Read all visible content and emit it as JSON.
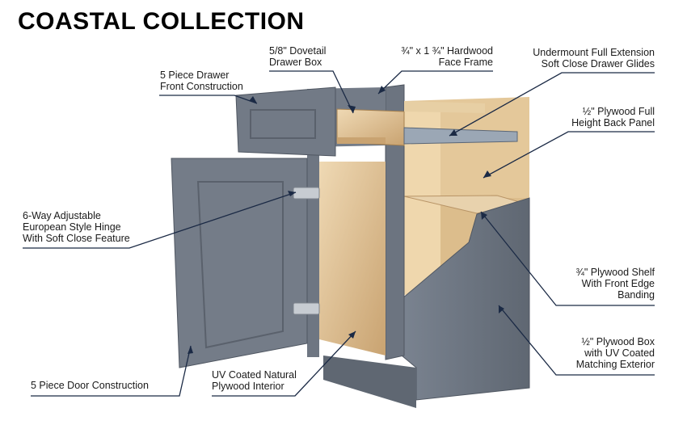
{
  "header": {
    "title": "COASTAL COLLECTION"
  },
  "colors": {
    "cabinet_gray": "#6e7682",
    "plywood": "#d9b98c",
    "leader": "#1b2a45",
    "background": "#ffffff"
  },
  "callouts": {
    "dovetail": {
      "line1": "5/8\" Dovetail",
      "line2": "Drawer Box"
    },
    "face_frame": {
      "line1": "¾\" x 1 ¾\" Hardwood",
      "line2": "Face Frame"
    },
    "glides": {
      "line1": "Undermount Full Extension",
      "line2": "Soft Close Drawer Glides"
    },
    "drawer_front": {
      "line1": "5 Piece Drawer",
      "line2": "Front Construction"
    },
    "back_panel": {
      "line1": "½\" Plywood Full",
      "line2": "Height Back Panel"
    },
    "hinge": {
      "line1": "6-Way Adjustable",
      "line2": "European Style Hinge",
      "line3": "With Soft Close Feature"
    },
    "shelf": {
      "line1": "¾\" Plywood Shelf",
      "line2": "With Front Edge",
      "line3": "Banding"
    },
    "box": {
      "line1": "½\" Plywood Box",
      "line2": "with UV Coated",
      "line3": "Matching Exterior"
    },
    "door": {
      "line1": "5 Piece Door Construction"
    },
    "interior": {
      "line1": "UV Coated Natural",
      "line2": "Plywood Interior"
    }
  }
}
